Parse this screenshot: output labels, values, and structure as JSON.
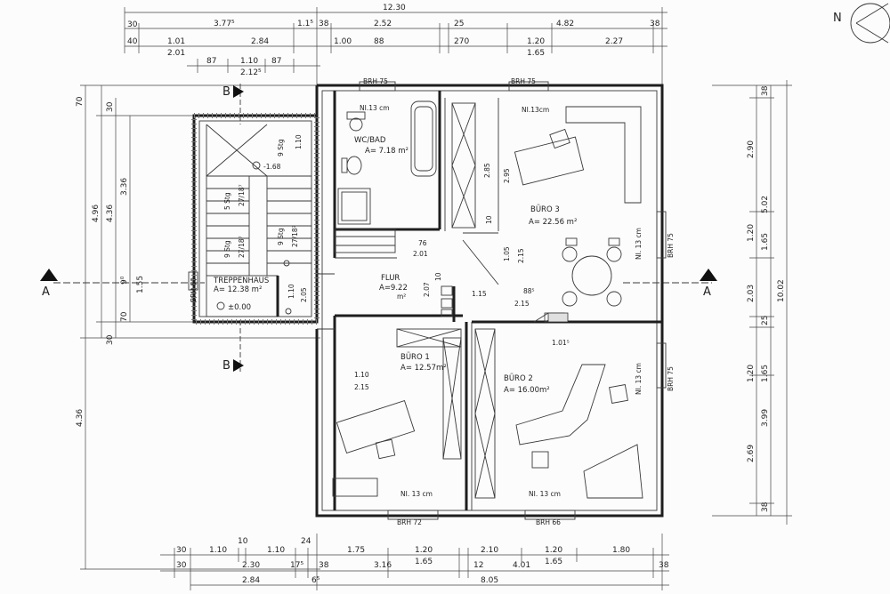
{
  "north_arrow": {
    "label": "N"
  },
  "top_dims": {
    "total": "12.30",
    "row1": [
      "30",
      "3.77⁵",
      "1.1⁵",
      "38",
      "2.52",
      "25",
      "4.82",
      "38"
    ],
    "row2": [
      "40",
      "1.01",
      "2.84",
      "1.00",
      "88",
      "270",
      "1.20",
      "2.27"
    ],
    "row2b": [
      "2.01",
      "1.65"
    ],
    "row3": [
      "87",
      "1.10",
      "87"
    ],
    "row3b": [
      "2.12⁵"
    ]
  },
  "bottom_dims": {
    "row1": [
      "30",
      "1.10",
      "10",
      "1.10",
      "24",
      "1.75",
      "1.20",
      "2.10",
      "1.20",
      "1.80"
    ],
    "row1b": [
      "1.65",
      "1.65"
    ],
    "row2": [
      "30",
      "2.30",
      "17⁵",
      "38",
      "3.16",
      "12",
      "4.01",
      "38"
    ],
    "row3": [
      "2.84",
      "6⁵",
      "8.05"
    ]
  },
  "left_dims": [
    "70",
    "30",
    "3.36",
    "4.36",
    "4.96",
    "9⁰",
    "1.55",
    "70",
    "30",
    "4.36"
  ],
  "right_dims": [
    "38",
    "2.90",
    "5.02",
    "1.20",
    "1.65",
    "10.02",
    "2.03",
    "25",
    "1.20",
    "1.65",
    "3.99",
    "2.69",
    "38"
  ],
  "sections": {
    "b": "B",
    "a": "A"
  },
  "rooms": {
    "stair": {
      "name": "TREPPENHAUS",
      "area": "A= 12.38 m²",
      "level": "±0.00",
      "level_up": "-1.68",
      "steps_a": "27/18⁷",
      "steps_b": "27/18⁷",
      "steps_c": "27/18²",
      "stp_a": "5 Stg",
      "stp_b": "9 Stg",
      "stp_c": "9 Stg",
      "stp_d": "9 Stg"
    },
    "bath": {
      "name": "WC/BAD",
      "area": "A= 7.18 m²",
      "window": "BRH 75",
      "sill": "NI.13 cm"
    },
    "office3": {
      "name": "BÜRO 3",
      "area": "A= 22.56 m²",
      "window": "BRH 75",
      "sill": "NI.13cm",
      "side": "NI. 13 cm",
      "side_window": "BRH 75"
    },
    "hall": {
      "name": "FLUR",
      "area": "A=9.22",
      "unit": "m²"
    },
    "office1": {
      "name": "BÜRO 1",
      "area": "A= 12.57m²",
      "sill": "NI. 13 cm",
      "window": "BRH 72"
    },
    "office2": {
      "name": "BÜRO 2",
      "area": "A= 16.00m²",
      "sill": "NI. 13 cm",
      "window": "BRH 66",
      "side": "NI. 13 cm",
      "side_window": "BRH 75"
    }
  },
  "inner_dims": {
    "d285": "2.85",
    "d295": "2.95",
    "d10": "10",
    "d105": "1.05",
    "d215": "2.15",
    "d115": "1.15",
    "d885": "88⁵",
    "d215b": "2.15",
    "d1015": "1.01⁵",
    "d110": "1.10",
    "d215c": "2.15",
    "d76": "76",
    "d201": "2.01",
    "d205": "2.05",
    "d207": "2.07",
    "d110b": "1.10",
    "d10b": "10",
    "d110c": "1.10",
    "brh80": "BRH 80"
  }
}
